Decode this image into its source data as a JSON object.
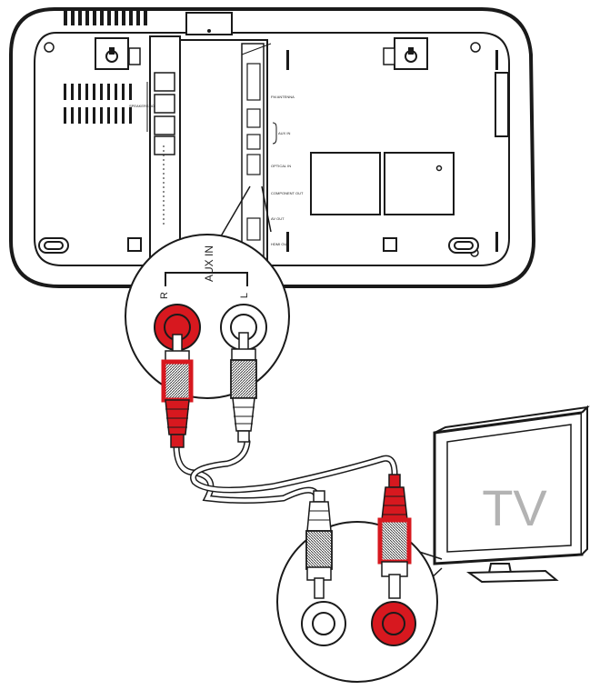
{
  "colors": {
    "red_jack": "#d7181f",
    "white_jack": "#ffffff",
    "outline": "#1a1a1a",
    "tv_text": "#b3b3b3"
  },
  "unit_panel": {
    "aux_in_title": "AUX IN",
    "right_label": "R",
    "left_label": "L",
    "port_labels": [
      "SPEAKERS 8Ω",
      "FM ANTENNA",
      "AUX IN",
      "OPTICAL IN",
      "COMPONENT OUT",
      "AV OUT",
      "HDMI OUT"
    ]
  },
  "tv": {
    "screen_text": "TV"
  }
}
